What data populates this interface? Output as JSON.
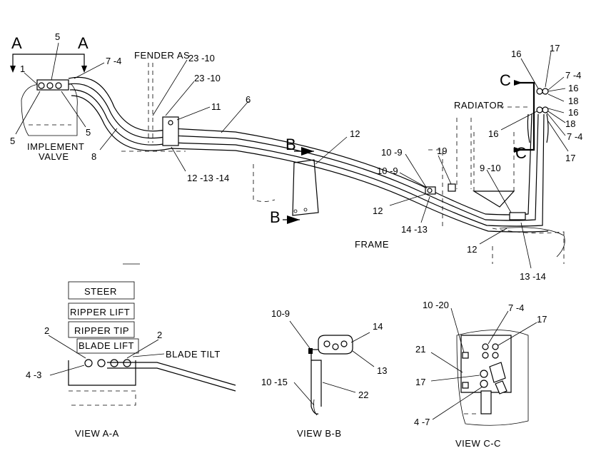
{
  "views": {
    "main_labels": {
      "section_a_left": "A",
      "section_a_right": "A",
      "section_b_top": "B",
      "section_b_bottom": "B",
      "section_c_top": "C",
      "section_c_bottom": "C",
      "fender": "FENDER AS",
      "radiator": "RADIATOR",
      "frame": "FRAME",
      "implement_valve_1": "IMPLEMENT",
      "implement_valve_2": "VALVE"
    },
    "callouts": {
      "c1": "1",
      "c5a": "5",
      "c5b": "5",
      "c5c": "5",
      "c7_4a": "7 -4",
      "c8": "8",
      "c23_10a": "23 -10",
      "c23_10b": "23 -10",
      "c11": "11",
      "c6": "6",
      "c12_13_14": "12 -13 -14",
      "c12a": "12",
      "c10_9a": "10 -9",
      "c19": "19",
      "c10_9b": "10 -9",
      "c12b": "12",
      "c14_13": "14 -13",
      "c9_10": "9 -10",
      "c12c": "12",
      "c13_14": "13 -14",
      "c16a": "16",
      "c17a": "17",
      "c7_4b": "7 -4",
      "c16b": "16",
      "c18a": "18",
      "c16c": "16",
      "c18b": "18",
      "c16d": "16",
      "c7_4c": "7 -4",
      "c17b": "17"
    },
    "view_aa": {
      "title": "VIEW A-A",
      "steer": "STEER",
      "ripper_lift": "RIPPER LIFT",
      "ripper_tip": "RIPPER TIP",
      "blade_lift": "BLADE LIFT",
      "blade_tilt": "BLADE TILT",
      "c2a": "2",
      "c2b": "2",
      "c4_3": "4 -3"
    },
    "view_bb": {
      "title": "VIEW B-B",
      "c10_9": "10-9",
      "c14": "14",
      "c13": "13",
      "c10_15": "10 -15",
      "c22": "22"
    },
    "view_cc": {
      "title": "VIEW C-C",
      "c10_20": "10 -20",
      "c7_4": "7 -4",
      "c17a": "17",
      "c21": "21",
      "c17b": "17",
      "c4_7": "4 -7"
    }
  }
}
